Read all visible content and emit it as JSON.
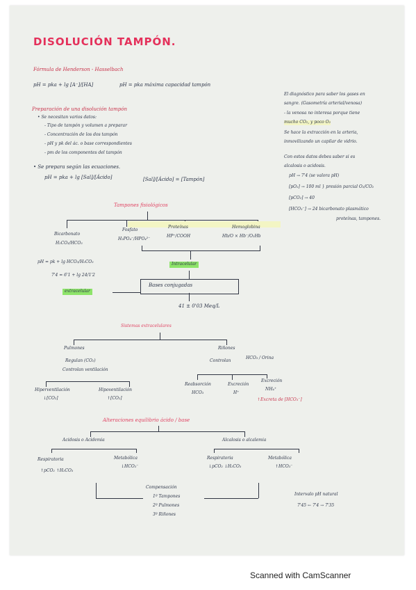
{
  "title": "DISOLUCIÓN TAMPÓN.",
  "henderson": {
    "heading": "Fórmula de Henderson - Hasselbach",
    "formula": "pH = pka + lg [A⁻]/[HA]",
    "note": "pH = pka máxima capacidad tampón"
  },
  "preparation": {
    "heading": "Preparación de una disolución tampón",
    "intro": "• Se necesitan varios datos:",
    "items": [
      "- Tipo de tampón y volumen a preparar",
      "- Concentración de los dos tampón",
      "- pH y pk del ác. o base correspondientes",
      "- pm de los componentes del tampón"
    ],
    "equations_intro": "• Se prepara según las ecuaciones.",
    "equation": "pH = pka + lg [Sal]/[Ácido]",
    "ratio": "[Sal]/[Ácido] = [Tampón]"
  },
  "right_notes": {
    "lines": [
      "El diagnóstico para saber los gases en",
      "sangre. (Gasometría arterial/venosa)",
      "- la venosa no interesa porque tiene",
      "mucho CO₂, y poco O₂",
      "Se hace la extracción en la arteria,",
      "inmovilizando un capilar de vidrio.",
      "Con estos datos debes saber si es",
      "alcalosis o acidosis.",
      "pH → 7'4 (se valora pH)",
      "[pO₂] → 100 ml } presión parcial O₂/CO₂",
      "[pCO₂] → 40",
      "[HCO₃⁻] → 24 bicarbonato plasmático",
      "proteínas, tampones."
    ]
  },
  "tampones": {
    "heading": "Tampones fisiológicos",
    "branches": [
      {
        "name": "Bicarbonato",
        "formula": "H₂CO₃/HCO₃"
      },
      {
        "name": "Fosfato",
        "formula": "H₂PO₄⁻/HPO₄²⁻"
      },
      {
        "name": "Proteínas",
        "formula": "HP⁺/COOH"
      },
      {
        "name": "Hemoglobina",
        "formula": "Hb/O × Hb⁻/O₂Hb"
      }
    ],
    "ph_eq": "pH = pk + lg HCO₃/H₂CO₃",
    "value_eq": "7'4 = 6'1 + lg 24/1'2",
    "intracelular": "Intracelular",
    "extracelular": "extracelular",
    "bases": "Bases conjugadas",
    "meq": "41 ± 0'03 Meq/L"
  },
  "sistemas": {
    "heading": "Sistemas extracelulares",
    "pulmones": "Pulmones",
    "pulmones_sub": "Regulan (CO₂)",
    "pulmones_control": "Controlan ventilación",
    "hiper": "Hiperventilación",
    "hiper_val": "↓[CO₂]",
    "hipo": "Hipoventilación",
    "hipo_val": "↑[CO₂]",
    "rinones": "Riñones",
    "rinones_sub": "Controlan",
    "rinones_ions": "HCO₃ / Orina",
    "reabsorcion": "Reabsorción",
    "reabsorcion_val": "HCO₃",
    "excrecion_h": "Excreción",
    "excrecion_h_val": "H⁺",
    "excrecion_nh": "Excreción",
    "excrecion_nh_val": "NH₄⁺",
    "excreta": "↑Excreta de [HCO₃⁻]"
  },
  "alteraciones": {
    "heading": "Alteraciones equilibrio ácido / base",
    "acidosis": "Acidosis o Acidemia",
    "alcalosis": "Alcalosis o alcalemia",
    "acid_resp": "Respiratoria",
    "acid_resp_val": "↑pCO₂ ↑H₂CO₃",
    "acid_met": "Metabólica",
    "acid_met_val": "↓HCO₃⁻",
    "alc_resp": "Respiratoria",
    "alc_resp_val": "↓pCO₂ ↓H₂CO₃",
    "alc_met": "Metabólica",
    "alc_met_val": "↑HCO₃⁻",
    "compensacion": "Compensación",
    "comp_items": [
      "1º Tampones",
      "2º Pulmones",
      "3º Riñones"
    ],
    "intervalo": "Intervalo pH natural",
    "intervalo_val": "7'45 ← 7'4 → 7'35"
  },
  "footer": "Scanned with CamScanner"
}
